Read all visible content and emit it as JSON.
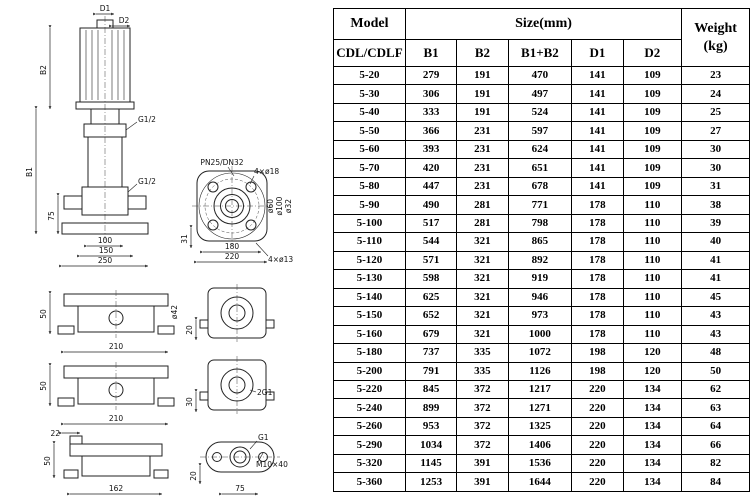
{
  "diagram": {
    "labels": {
      "d1": "D1",
      "d2": "D2",
      "b1": "B1",
      "b2": "B2",
      "g12_top": "G1/2",
      "g12_bottom": "G1/2",
      "dim75": "75",
      "dim100": "100",
      "dim150": "150",
      "dim250": "250",
      "pn": "PN25/DN32",
      "holes18": "4×ø18",
      "dia32": "ø32",
      "dia60": "ø60",
      "dia100": "ø100",
      "dia160": "ø160",
      "dim31": "31",
      "dim180": "180",
      "dim220": "220",
      "holes13": "4×ø13",
      "dim50_1": "50",
      "dim210_1": "210",
      "dia42": "ø42",
      "dim20_1": "20",
      "dim50_2": "50",
      "dim210_2": "210",
      "g2x1": "2G1",
      "dim30": "30",
      "dim22": "22",
      "dim50_3": "50",
      "dim162": "162",
      "g1": "G1",
      "m10x40": "M10×40",
      "dim20_2": "20",
      "dim75_2": "75"
    }
  },
  "table": {
    "header": {
      "model": "Model",
      "size": "Size(mm)",
      "weight": "Weight",
      "weight_unit": "(kg)",
      "model_sub": "CDL/CDLF",
      "cols": [
        "B1",
        "B2",
        "B1+B2",
        "D1",
        "D2"
      ]
    },
    "rows": [
      [
        "5-20",
        279,
        191,
        470,
        141,
        109,
        23
      ],
      [
        "5-30",
        306,
        191,
        497,
        141,
        109,
        24
      ],
      [
        "5-40",
        333,
        191,
        524,
        141,
        109,
        25
      ],
      [
        "5-50",
        366,
        231,
        597,
        141,
        109,
        27
      ],
      [
        "5-60",
        393,
        231,
        624,
        141,
        109,
        30
      ],
      [
        "5-70",
        420,
        231,
        651,
        141,
        109,
        30
      ],
      [
        "5-80",
        447,
        231,
        678,
        141,
        109,
        31
      ],
      [
        "5-90",
        490,
        281,
        771,
        178,
        110,
        38
      ],
      [
        "5-100",
        517,
        281,
        798,
        178,
        110,
        39
      ],
      [
        "5-110",
        544,
        321,
        865,
        178,
        110,
        40
      ],
      [
        "5-120",
        571,
        321,
        892,
        178,
        110,
        41
      ],
      [
        "5-130",
        598,
        321,
        919,
        178,
        110,
        41
      ],
      [
        "5-140",
        625,
        321,
        946,
        178,
        110,
        45
      ],
      [
        "5-150",
        652,
        321,
        973,
        178,
        110,
        43
      ],
      [
        "5-160",
        679,
        321,
        1000,
        178,
        110,
        43
      ],
      [
        "5-180",
        737,
        335,
        1072,
        198,
        120,
        48
      ],
      [
        "5-200",
        791,
        335,
        1126,
        198,
        120,
        50
      ],
      [
        "5-220",
        845,
        372,
        1217,
        220,
        134,
        62
      ],
      [
        "5-240",
        899,
        372,
        1271,
        220,
        134,
        63
      ],
      [
        "5-260",
        953,
        372,
        1325,
        220,
        134,
        64
      ],
      [
        "5-290",
        1034,
        372,
        1406,
        220,
        134,
        66
      ],
      [
        "5-320",
        1145,
        391,
        1536,
        220,
        134,
        82
      ],
      [
        "5-360",
        1253,
        391,
        1644,
        220,
        134,
        84
      ]
    ]
  }
}
